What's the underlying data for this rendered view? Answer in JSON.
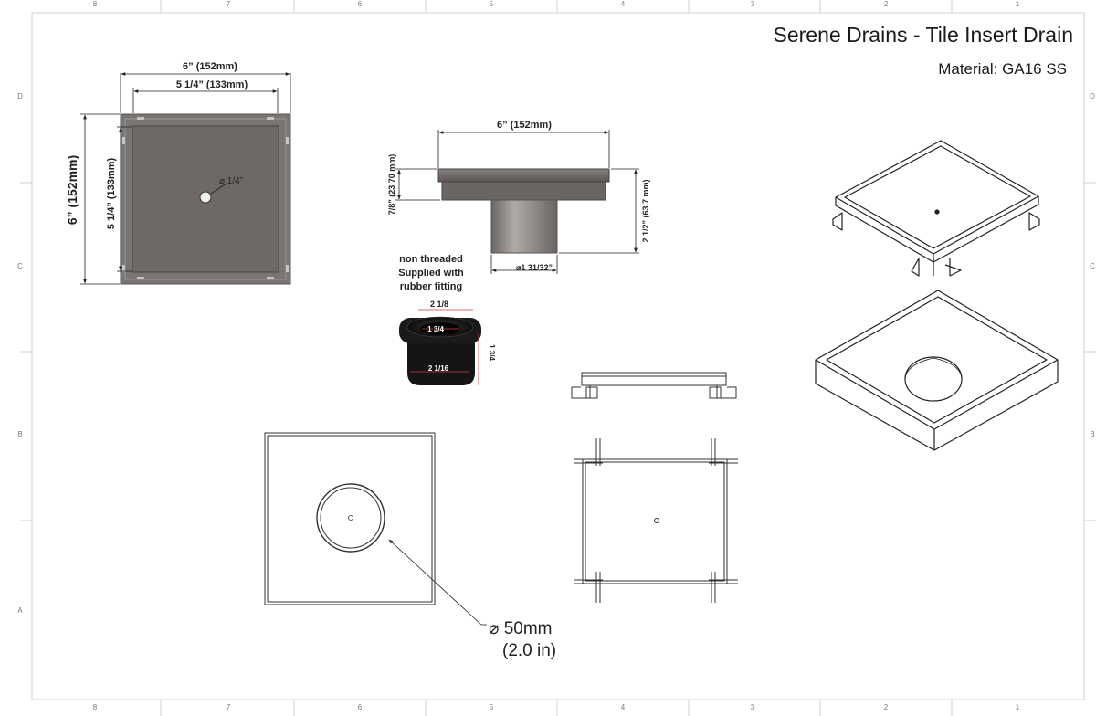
{
  "title": "Serene Drains - Tile Insert Drain",
  "material": "Material: GA16 SS",
  "border": {
    "col_labels": [
      "8",
      "7",
      "6",
      "5",
      "4",
      "3",
      "2",
      "1"
    ],
    "row_labels": [
      "D",
      "C",
      "B",
      "A"
    ]
  },
  "top_view": {
    "dim_outer_width": "6” (152mm)",
    "dim_inner_width": "5 1/4” (133mm)",
    "dim_outer_height": "6” (152mm)",
    "dim_inner_height": "5 1/4” (133mm)",
    "hole_dim": "⌀ 1/4”"
  },
  "side_view": {
    "dim_width": "6” (152mm)",
    "dim_flange": "7/8” (23.70 mm)",
    "dim_total_height": "2 1/2” (63.7 mm)",
    "dim_outlet": "⌀1 31/32”",
    "note_line1": "non threaded",
    "note_line2": "Supplied with",
    "note_line3": "rubber fitting"
  },
  "fitting": {
    "dim_top": "2  1/8",
    "dim_inner": "1 3/4",
    "dim_outer": "2 1/16",
    "dim_height": "1 3/4"
  },
  "bottom_view": {
    "dim_diameter": "⌀ 50mm",
    "dim_inches": "(2.0 in)"
  }
}
